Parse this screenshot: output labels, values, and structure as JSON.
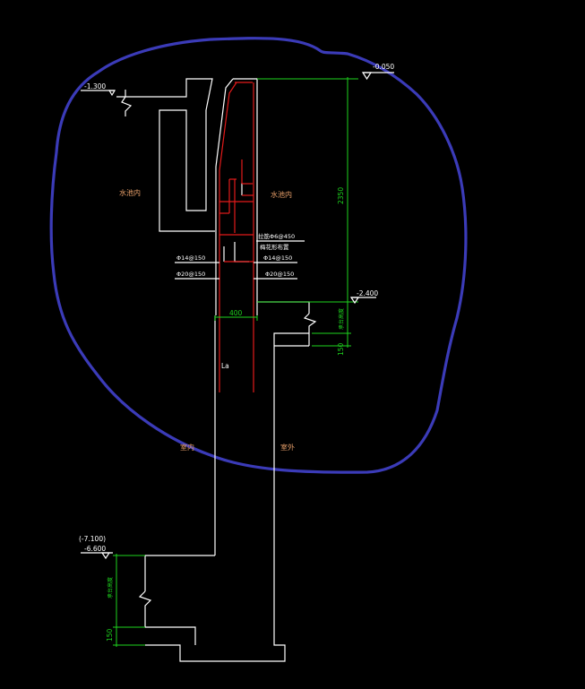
{
  "levels": {
    "top_left": "-1.300",
    "top_right": "-0.050",
    "mid_right": "-2.400",
    "bottom_alt": "(-7.100)",
    "bottom": "-6.600"
  },
  "dimensions": {
    "height_main": "2350",
    "height_step": "150",
    "height_bottom_step": "150",
    "wall_thickness": "400",
    "vertical_note_right": "承台高度",
    "vertical_note_bottom": "承台高度"
  },
  "rebar": {
    "tie": "拉筋Φ6@450",
    "tie_note": "梅花形布置",
    "left_upper": "Φ14@150",
    "left_lower": "Φ20@150",
    "right_upper": "Φ14@150",
    "right_lower": "Φ20@150",
    "lap_length": "La"
  },
  "regions": {
    "water_left": "水池内",
    "water_right": "水池内",
    "indoor": "室内",
    "outdoor": "室外"
  },
  "colors": {
    "outline": "#ffffff",
    "rebar": "#e21a1a",
    "dimension": "#1ed41e",
    "markup_cloud": "#3b3bb8",
    "region_label": "#e8a06a"
  }
}
